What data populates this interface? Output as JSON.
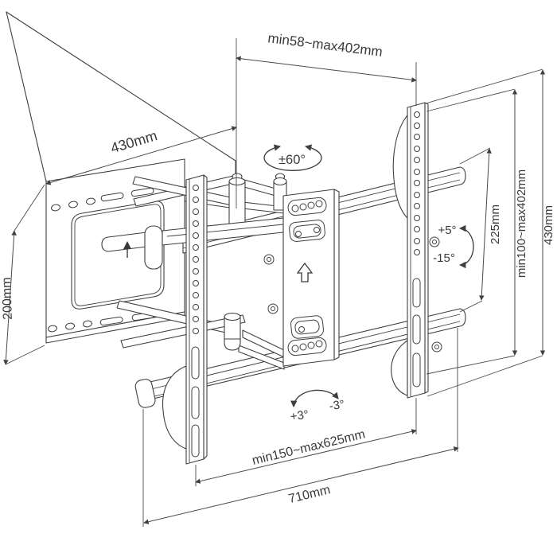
{
  "meta": {
    "background": "#ffffff",
    "line_color": "#3f3f3f",
    "text_color": "#3a3a3a",
    "subject": "full-motion TV wall mount technical drawing"
  },
  "labels": {
    "top_width": "min58~max402mm",
    "plate_width": "430mm",
    "swivel_range": "±60°",
    "rail_spacing": "225mm",
    "vesa_vertical": "min100~max402mm",
    "bracket_height": "430mm",
    "tilt_up": "+5°",
    "tilt_down": "-15°",
    "plate_height": "200mm",
    "level_adjust_left": "+3°",
    "level_adjust_right": "-3°",
    "vesa_horizontal": "min150~max625mm",
    "total_width": "710mm"
  },
  "icons": {
    "swivel": "curved-double-arrow",
    "tilt": "curved-arrow",
    "level": "curved-double-arrow",
    "orientation": "up-arrow"
  }
}
